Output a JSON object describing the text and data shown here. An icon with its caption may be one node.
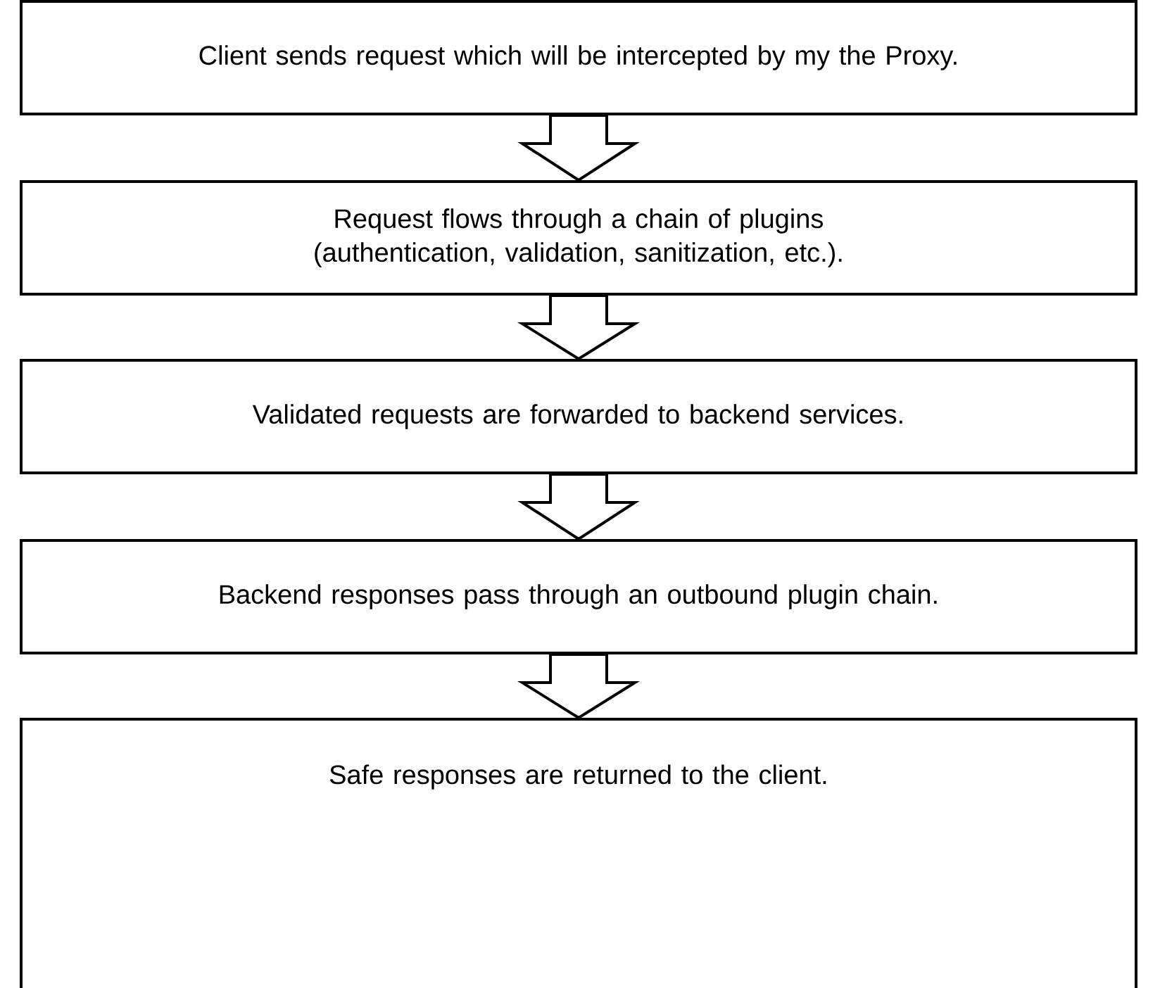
{
  "diagram": {
    "nodes": [
      {
        "text": [
          "Client sends request which will be intercepted by my the Proxy."
        ]
      },
      {
        "text": [
          "Request flows through a chain of plugins (authentication, validation, sanitization, etc.)."
        ]
      },
      {
        "text": [
          "Validated requests are forwarded to backend services."
        ]
      },
      {
        "text": [
          "Backend responses pass through an outbound plugin chain."
        ]
      },
      {
        "text": [
          "Safe responses are returned to the client."
        ]
      }
    ],
    "edges": [
      {
        "from": 0,
        "to": 1,
        "arrow": "to"
      },
      {
        "from": 1,
        "to": 2,
        "arrow": "to"
      },
      {
        "from": 2,
        "to": 3,
        "arrow": "to"
      },
      {
        "from": 3,
        "to": 4,
        "arrow": "to"
      }
    ]
  }
}
